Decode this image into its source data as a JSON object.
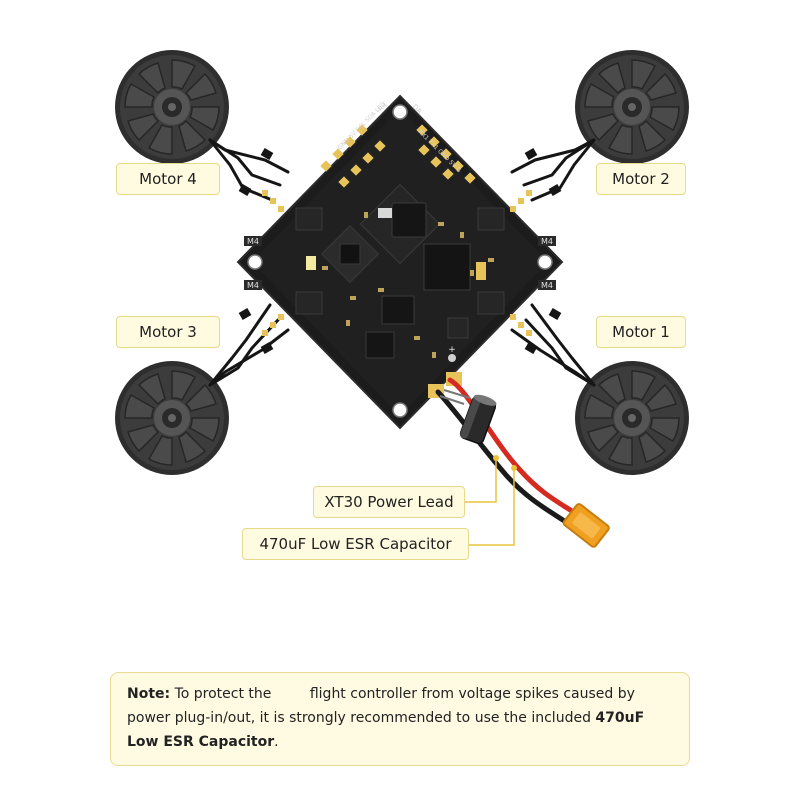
{
  "labels": {
    "motor1": "Motor 1",
    "motor2": "Motor 2",
    "motor3": "Motor 3",
    "motor4": "Motor 4",
    "power_lead": "XT30 Power Lead",
    "capacitor": "470uF Low ESR Capacitor"
  },
  "board": {
    "pad_m4": "M4",
    "corner_tl": "R4",
    "corner_tr": "DA",
    "silk_left": "GND 5V SCL SDA LED",
    "silk_right": "RX1 TX1 GND 5V G",
    "plus": "+"
  },
  "note": {
    "prefix": "Note:",
    "part1": "To protect the",
    "part2": "flight controller from voltage spikes caused by power plug-in/out, it is strongly recommended to use the included",
    "emphasis": "470uF Low ESR Capacitor",
    "end": "."
  },
  "colors": {
    "label_bg": "#fffbe0",
    "label_border": "#e7d98a",
    "board": "#1c1c1c",
    "pad_gold": "#e8c35a",
    "red_wire": "#d42a20",
    "xt30": "#f0a020",
    "motor": "#3a3a3a"
  }
}
